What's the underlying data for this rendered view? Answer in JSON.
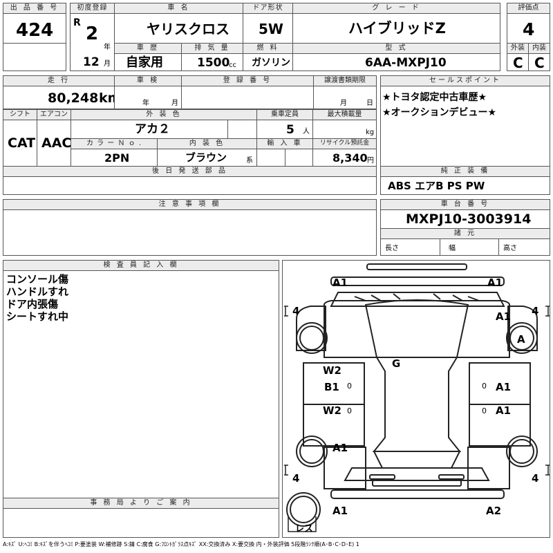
{
  "lot": {
    "label": "出 品 番 号",
    "value": "424"
  },
  "first_reg": {
    "label": "初度登録",
    "era": "R",
    "year": "2",
    "year_unit": "年",
    "month": "12",
    "month_unit": "月"
  },
  "car_name": {
    "label": "車 名",
    "value": "ヤリスクロス"
  },
  "doors": {
    "label": "ドア形状",
    "value": "5W"
  },
  "grade": {
    "label": "グ レ ー ド",
    "value": "ハイブリッドZ"
  },
  "score": {
    "label": "評価点",
    "value": "4"
  },
  "history": {
    "label": "車 歴",
    "value": "自家用"
  },
  "displacement": {
    "label": "排 気 量",
    "value": "1500",
    "unit": "cc"
  },
  "fuel": {
    "label": "燃 料",
    "value": "ガソリン"
  },
  "model": {
    "label": "型 式",
    "value": "6AA-MXPJ10"
  },
  "exterior_grade": {
    "label": "外装",
    "value": "C"
  },
  "interior_grade": {
    "label": "内装",
    "value": "C"
  },
  "mileage": {
    "label": "走 行",
    "value": "80,248",
    "unit": "km"
  },
  "inspection": {
    "label": "車 検",
    "year_unit": "年",
    "month_unit": "月"
  },
  "registration": {
    "label": "登 録 番 号"
  },
  "transfer_deadline": {
    "label": "譲渡書類期限",
    "month_unit": "月",
    "day_unit": "日"
  },
  "sales_points": {
    "label": "セールスポイント",
    "lines": [
      "★トヨタ認定中古車歴★",
      "★オークションデビュー★"
    ]
  },
  "shift": {
    "label": "シフト",
    "value": "CAT"
  },
  "aircon": {
    "label": "エアコン",
    "value": "AAC"
  },
  "ext_color": {
    "label": "外 装 色",
    "value": "アカ２"
  },
  "capacity": {
    "label": "乗車定員",
    "value": "5",
    "unit": "人"
  },
  "max_load": {
    "label": "最大積載量",
    "unit": "kg"
  },
  "color_no": {
    "label": "カ ラ ー Ｎ ｏ .",
    "value": "2PN"
  },
  "int_color": {
    "label": "内 装 色",
    "value": "ブラウン",
    "unit": "系"
  },
  "import": {
    "label": "輸 入 車"
  },
  "recycle": {
    "label": "リサイクル預託金",
    "value": "8,340",
    "unit": "円"
  },
  "later_parts": {
    "label": "後 日 発 送 部 品"
  },
  "equipment": {
    "label": "純 正 装 備",
    "value": "ABS エアB PS PW"
  },
  "notes": {
    "label": "注 意 事 項 欄"
  },
  "chassis": {
    "label": "車 台 番 号",
    "value": "MXPJ10-3003914"
  },
  "specs": {
    "label": "諸 元",
    "length": "長さ",
    "width": "幅",
    "height": "高さ"
  },
  "inspector": {
    "label": "検 査 員 記 入 欄",
    "lines": [
      "コンソール傷",
      "ハンドルすれ",
      "ドア内張傷",
      "シートすれ中"
    ]
  },
  "office": {
    "label": "事 務 局 よ り ご 案 内"
  },
  "diagram": {
    "tl_front": "A1",
    "tr_front": "A1",
    "right_fender": "A1",
    "right_front_wheel": "A",
    "roof": "G",
    "left_front_door": "W2",
    "left_front_door_b": "B1",
    "right_front_door": "A1",
    "left_rear_door": "W2",
    "right_rear_door": "A1",
    "left_rear_fender": "A1",
    "bl_rear": "A1",
    "br_rear": "A2",
    "tire_fl": "4",
    "tire_fr": "4",
    "tire_rl": "4",
    "tire_rr": "4",
    "spare": "レス",
    "zero_marks": [
      "0",
      "0",
      "0",
      "0"
    ]
  },
  "legend": "A:ｷｽﾞ U:ﾍｺﾐ B:ｷｽﾞを伴うﾍｺﾐ P:要塗装 W:補修跡 S:錆 C:腐食 G:ﾌﾛﾝﾄｶﾞﾗｽ点ｷｽﾞ XX:交換済み X:要交換 内・外装評価 5段階ﾗﾝｸ順(A･B･C･D･E) 1"
}
